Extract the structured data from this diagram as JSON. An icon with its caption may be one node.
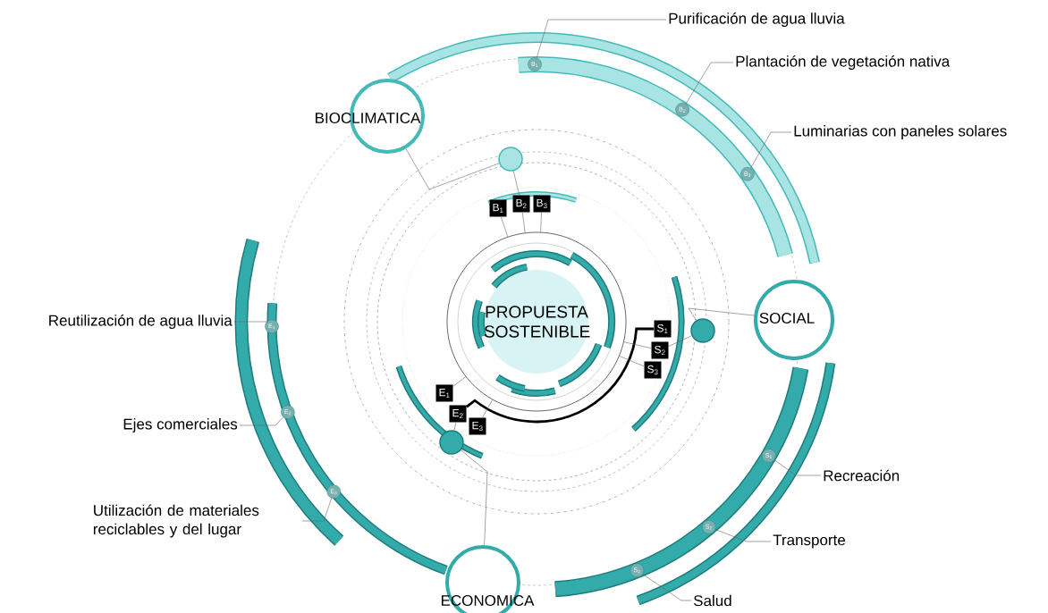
{
  "diagram": {
    "nodes": [
      {
        "text": [
          "PROPUESTA SOSTENIBLE"
        ]
      },
      {
        "text": [
          "BIOCLIMATICA"
        ]
      },
      {
        "text": [
          "SOCIAL"
        ]
      },
      {
        "text": [
          "ECONOMICA"
        ]
      },
      {
        "text": [],
        "shape": "circle"
      },
      {
        "text": [],
        "shape": "circle"
      },
      {
        "text": [],
        "shape": "circle"
      },
      {
        "text": [
          "B$_{1}$"
        ]
      },
      {
        "text": [
          "B$_{2}$"
        ]
      },
      {
        "text": [
          "B$_{3}$"
        ]
      },
      {
        "text": [
          "S$_{1}$"
        ]
      },
      {
        "text": [
          "S$_{2}$"
        ]
      },
      {
        "text": [
          "S$_{3}$"
        ]
      },
      {
        "text": [
          "E$_{1}$"
        ]
      },
      {
        "text": [
          "E$_{2}$"
        ]
      },
      {
        "text": [
          "E$_{3}$"
        ]
      },
      {
        "text": [
          "B$_{1}$"
        ]
      },
      {
        "text": [
          "B$_{2}$"
        ]
      },
      {
        "text": [
          "B$_{3}$"
        ]
      },
      {
        "text": [
          "S$_{1}$"
        ]
      },
      {
        "text": [
          "S$_{2}$"
        ]
      },
      {
        "text": [
          "S$_{3}$"
        ]
      },
      {
        "text": [
          "E$_{1}$"
        ]
      },
      {
        "text": [
          "E$_{2}$"
        ]
      },
      {
        "text": [
          "E$_{3}$"
        ]
      },
      {
        "text": [
          "Purificación de agua lluvia"
        ]
      },
      {
        "text": [
          "Plantación de vegetación nativa"
        ]
      },
      {
        "text": [
          "Luminarias con paneles solares"
        ]
      },
      {
        "text": [
          "Recreación"
        ]
      },
      {
        "text": [
          "Transporte"
        ]
      },
      {
        "text": [
          "Salud"
        ]
      },
      {
        "text": [
          "Reutilización de agua lluvia"
        ]
      },
      {
        "text": [
          "Ejes comerciales"
        ]
      },
      {
        "text": [
          "Utilización de materiales reciclables y del lugar"
        ]
      }
    ],
    "edges": [
      {
        "from": 1,
        "to": 4,
        "arrow": "none"
      },
      {
        "from": 2,
        "to": 5,
        "arrow": "none"
      },
      {
        "from": 3,
        "to": 6,
        "arrow": "none"
      },
      {
        "from": 4,
        "to": 8,
        "arrow": "none"
      },
      {
        "from": 5,
        "to": 11,
        "arrow": "none"
      },
      {
        "from": 6,
        "to": 14,
        "arrow": "none"
      },
      {
        "from": 7,
        "to": 0,
        "arrow": "none"
      },
      {
        "from": 8,
        "to": 0,
        "arrow": "none"
      },
      {
        "from": 9,
        "to": 0,
        "arrow": "none"
      },
      {
        "from": 10,
        "to": 14,
        "arrow": "none",
        "style": "thick",
        "color": "#000000"
      },
      {
        "from": 11,
        "to": 0,
        "arrow": "none"
      },
      {
        "from": 12,
        "to": 0,
        "arrow": "none"
      },
      {
        "from": 13,
        "to": 0,
        "arrow": "none"
      },
      {
        "from": 15,
        "to": 0,
        "arrow": "none"
      },
      {
        "from": 25,
        "to": 16,
        "arrow": "none"
      },
      {
        "from": 26,
        "to": 17,
        "arrow": "none"
      },
      {
        "from": 27,
        "to": 18,
        "arrow": "none"
      },
      {
        "from": 28,
        "to": 19,
        "arrow": "none"
      },
      {
        "from": 29,
        "to": 20,
        "arrow": "none"
      },
      {
        "from": 30,
        "to": 21,
        "arrow": "none"
      },
      {
        "from": 31,
        "to": 22,
        "arrow": "none"
      },
      {
        "from": 32,
        "to": 23,
        "arrow": "none"
      },
      {
        "from": 33,
        "to": 24,
        "arrow": "none"
      }
    ]
  }
}
